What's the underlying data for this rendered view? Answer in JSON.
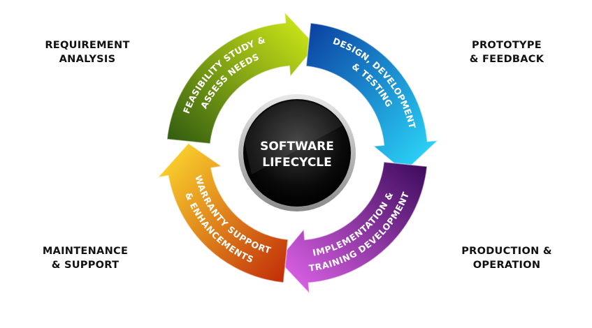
{
  "corners": {
    "top_left": [
      "REQUIREMENT",
      "ANALYSIS"
    ],
    "top_right": [
      "PROTOTYPE",
      "& FEEDBACK"
    ],
    "bottom_left": [
      "MAINTENANCE",
      "& SUPPORT"
    ],
    "bottom_right": [
      "PRODUCTION &",
      "OPERATION"
    ]
  },
  "center": {
    "lines": [
      "SOFTWARE",
      "LIFECYCLE"
    ]
  },
  "arrows": [
    {
      "lines": [
        "FEASIBILITY STUDY &",
        "ASSESS NEEDS"
      ],
      "colors": [
        "#2f5a10",
        "#d8f018"
      ]
    },
    {
      "lines": [
        "DESIGN, DEVELOPMENT",
        "& TESTING"
      ],
      "colors": [
        "#0a3ea0",
        "#2ee0ff"
      ]
    },
    {
      "lines": [
        "IMPLEMENTATION &",
        "TRAINING DEVELOPMENT"
      ],
      "colors": [
        "#3a0a5a",
        "#e868f0"
      ]
    },
    {
      "lines": [
        "WARRANTY SUPPORT",
        "& ENHANCEMENTS"
      ],
      "colors": [
        "#c02a08",
        "#ffe030"
      ]
    }
  ]
}
